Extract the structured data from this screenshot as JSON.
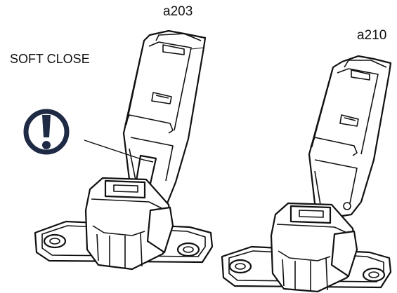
{
  "labels": {
    "left_hinge": "a203",
    "right_hinge": "a210",
    "feature": "SOFT CLOSE"
  },
  "icons": {
    "warning": "exclamation-circle-icon"
  },
  "colors": {
    "warning_icon": "#1f2a44",
    "line": "#111111",
    "background": "#ffffff"
  }
}
